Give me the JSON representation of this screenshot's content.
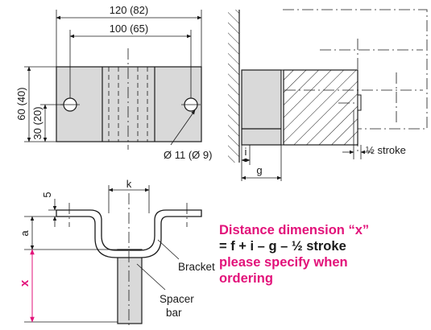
{
  "colors": {
    "line": "#1a1a1a",
    "block_fill": "#d9d9d9",
    "accent": "#e2127a"
  },
  "top_view": {
    "dim_overall_width": "120 (82)",
    "dim_hole_spacing": "100 (65)",
    "dim_height": "60 (40)",
    "dim_half_height": "30 (20)",
    "dim_hole_diameter": "Ø 11 (Ø 9)"
  },
  "side_view": {
    "dim_i": "i",
    "dim_g": "g",
    "dim_half_stroke": "½ stroke"
  },
  "bracket_view": {
    "dim_five": "5",
    "dim_k": "k",
    "dim_a": "a",
    "dim_x": "x",
    "label_bracket": "Bracket",
    "label_spacer_line1": "Spacer",
    "label_spacer_line2": "bar"
  },
  "note": {
    "line1": "Distance dimension “x”",
    "line2": "= f + i – g – ½ stroke",
    "line3": "please specify when",
    "line4": "ordering"
  }
}
